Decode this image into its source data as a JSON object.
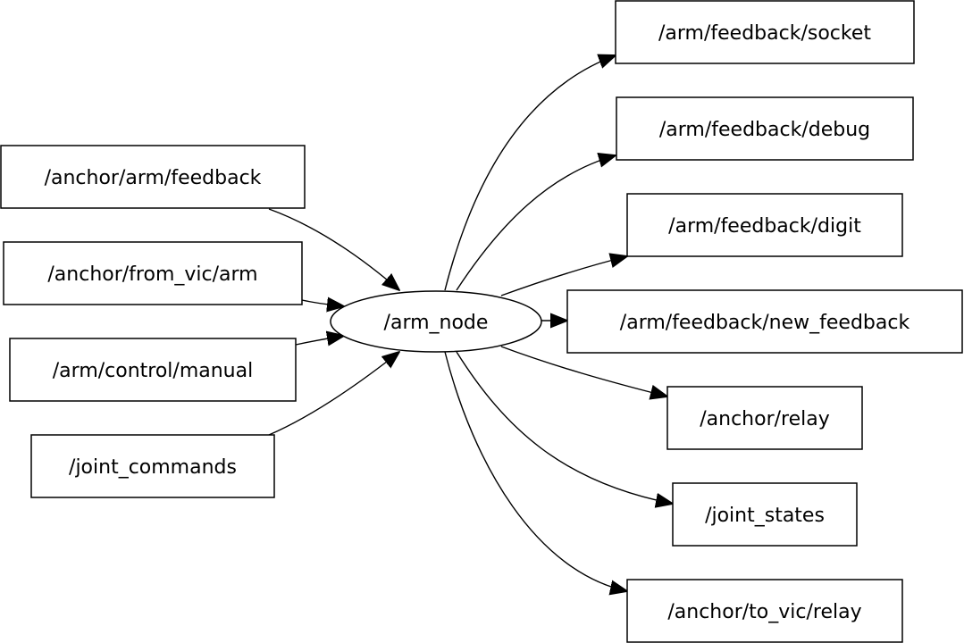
{
  "graph": {
    "center": {
      "id": "arm_node",
      "label": "/arm_node"
    },
    "inputs": [
      {
        "id": "anchor_arm_feedback",
        "label": "/anchor/arm/feedback"
      },
      {
        "id": "anchor_from_vic_arm",
        "label": "/anchor/from_vic/arm"
      },
      {
        "id": "arm_control_manual",
        "label": "/arm/control/manual"
      },
      {
        "id": "joint_commands",
        "label": "/joint_commands"
      }
    ],
    "outputs": [
      {
        "id": "arm_feedback_socket",
        "label": "/arm/feedback/socket"
      },
      {
        "id": "arm_feedback_debug",
        "label": "/arm/feedback/debug"
      },
      {
        "id": "arm_feedback_digit",
        "label": "/arm/feedback/digit"
      },
      {
        "id": "arm_feedback_new_feedback",
        "label": "/arm/feedback/new_feedback"
      },
      {
        "id": "anchor_relay",
        "label": "/anchor/relay"
      },
      {
        "id": "joint_states",
        "label": "/joint_states"
      },
      {
        "id": "anchor_to_vic_relay",
        "label": "/anchor/to_vic/relay"
      }
    ],
    "edges": [
      {
        "from": "anchor_arm_feedback",
        "to": "arm_node"
      },
      {
        "from": "anchor_from_vic_arm",
        "to": "arm_node"
      },
      {
        "from": "arm_control_manual",
        "to": "arm_node"
      },
      {
        "from": "joint_commands",
        "to": "arm_node"
      },
      {
        "from": "arm_node",
        "to": "arm_feedback_socket"
      },
      {
        "from": "arm_node",
        "to": "arm_feedback_debug"
      },
      {
        "from": "arm_node",
        "to": "arm_feedback_digit"
      },
      {
        "from": "arm_node",
        "to": "arm_feedback_new_feedback"
      },
      {
        "from": "arm_node",
        "to": "anchor_relay"
      },
      {
        "from": "arm_node",
        "to": "joint_states"
      },
      {
        "from": "arm_node",
        "to": "anchor_to_vic_relay"
      }
    ]
  }
}
